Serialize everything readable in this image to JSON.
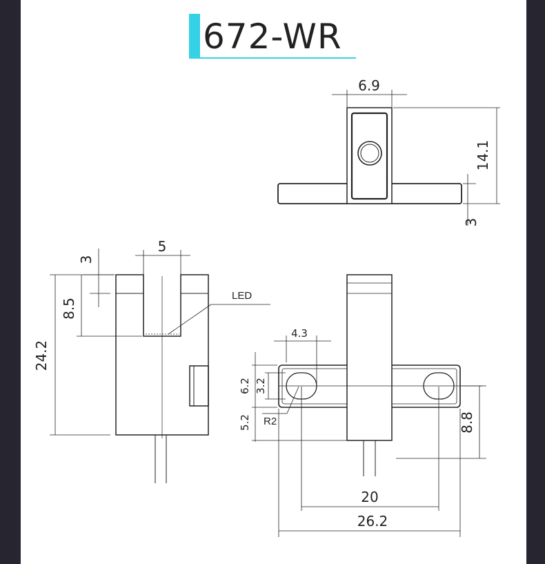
{
  "title": "672-WR",
  "colors": {
    "accent": "#35d2e6",
    "frame": "#272530",
    "line": "#222222"
  },
  "top_view": {
    "width_label": "6.9",
    "height_label": "14.1",
    "flange_label": "3"
  },
  "side_view": {
    "slot_width_label": "5",
    "top_offset_label": "3",
    "slot_depth_label": "8.5",
    "total_height_label": "24.2",
    "led_label": "LED"
  },
  "front_view": {
    "hole_offset_label": "4.3",
    "flange_height_label": "6.2",
    "slot_height_label": "3.2",
    "base_offset_label": "5.2",
    "radius_label": "R2",
    "hole_spacing_label": "20",
    "total_width_label": "26.2",
    "right_height_label": "8.8"
  }
}
